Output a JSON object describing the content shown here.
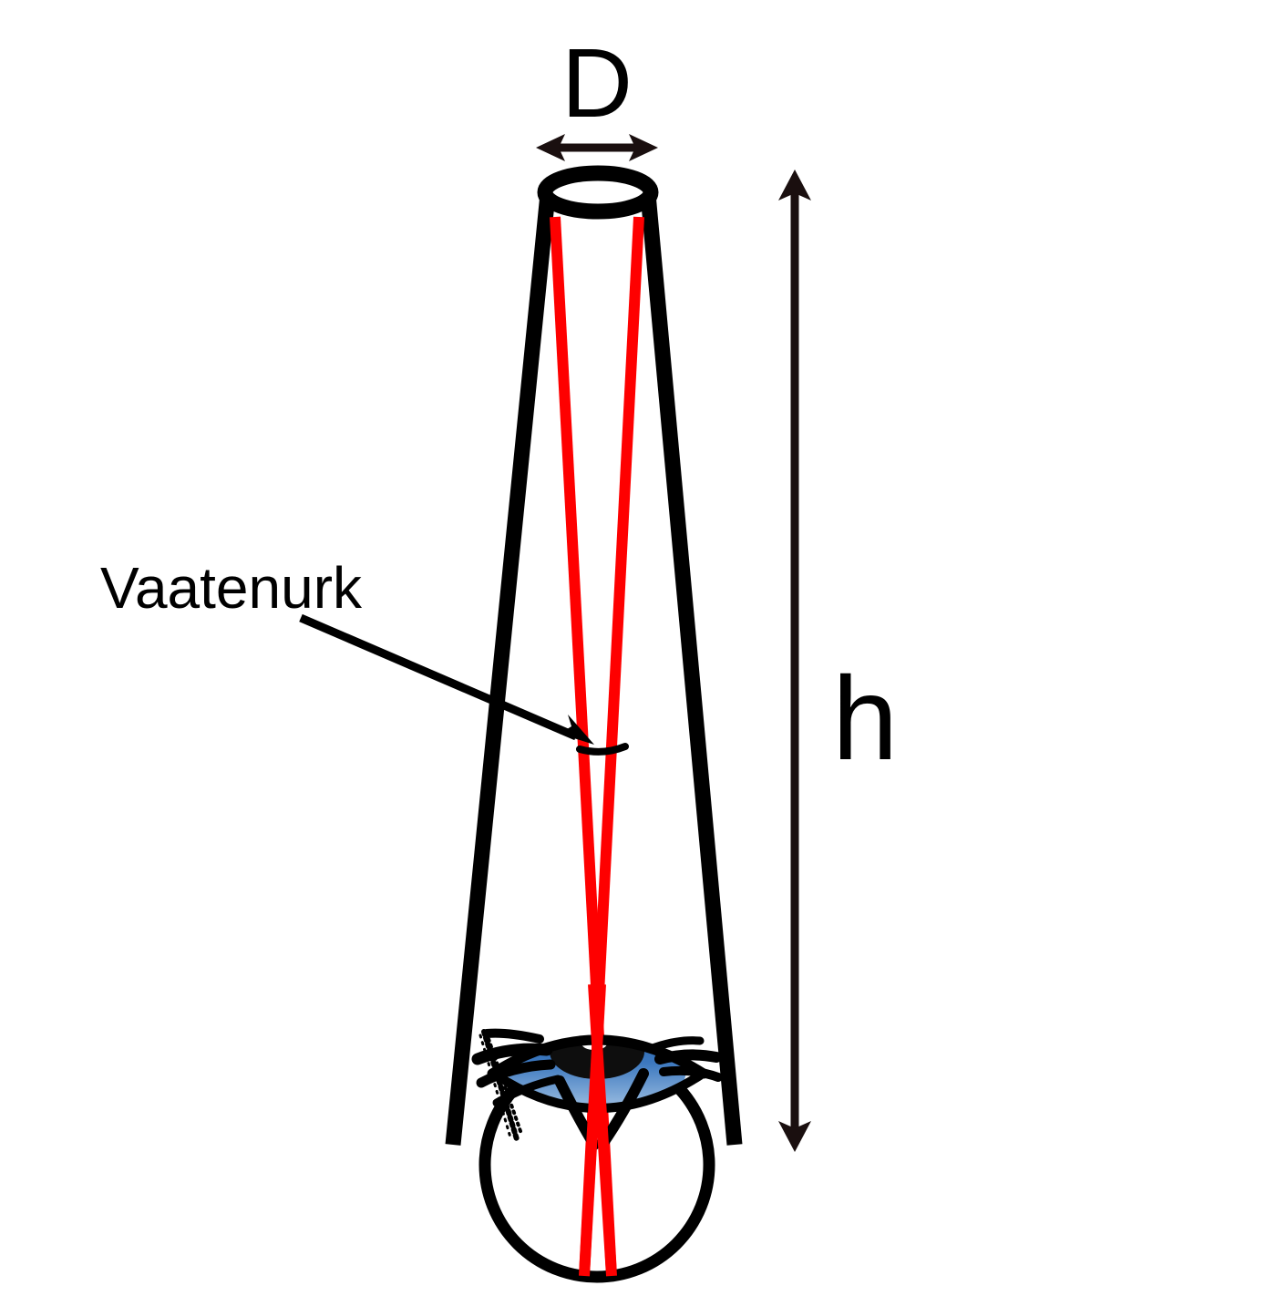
{
  "figure": {
    "type": "optics-diagram",
    "description": "Viewing angle diagram: a tapered tube of aperture D at height h above an eye, with red sight lines converging at the eye",
    "background_color": "#ffffff"
  },
  "labels": {
    "aperture": "D",
    "height": "h",
    "viewing_angle": "Vaatenurk"
  },
  "colors": {
    "ray": "#fe0000",
    "outline": "#000000",
    "dimension": "#1a0f0f",
    "iris_top": "#1b5fae",
    "iris_bottom": "#bcd2ea",
    "pupil": "#141414",
    "sclera": "#ffffff",
    "highlight": "#ffffff",
    "sclera_shadow": "#e3e3e3"
  },
  "elements": {
    "tube_top_ellipse": "tube-opening-ellipse",
    "cone_left_edge": "cone-left-edge",
    "cone_right_edge": "cone-right-edge",
    "ray_left": "sight-line-left",
    "ray_right": "sight-line-right",
    "aperture_arrow": "aperture-double-arrow",
    "height_arrow": "height-double-arrow",
    "angle_marker": "viewing-angle-arc",
    "leader_arrow": "vaatenurk-leader-arrow",
    "eyeball": "eyeball-circle",
    "iris": "iris",
    "pupil": "pupil",
    "eyelashes": "eyelashes"
  }
}
